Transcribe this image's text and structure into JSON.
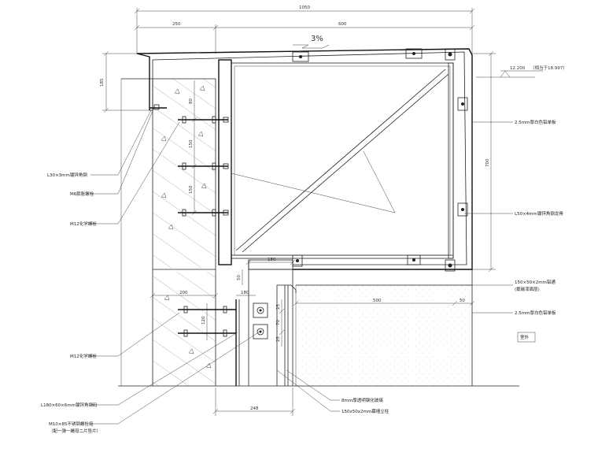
{
  "dimensions": {
    "total_width": "1050",
    "left_width": "250",
    "right_width": "600",
    "slope": "3%",
    "cap_height": "185",
    "spacing_top": "80",
    "spacing_mid": "150",
    "spacing_low": "150",
    "frame_height": "700",
    "beam_offset": "150",
    "gap_50": "50",
    "base_width": "200",
    "bracket_180": "180",
    "glass_width": "500",
    "glass_offset": "50",
    "small_70": "70",
    "small_25a": "25",
    "small_25b": "25",
    "anchor_spacing": "120",
    "bottom_width": "248"
  },
  "elevation": {
    "value": "12.200",
    "note": "（相当于18.997）"
  },
  "labels_left": [
    "L30×3mm镀锌角钢",
    "M6膨胀螺栓",
    "M12化学螺栓",
    "M12化学螺栓",
    "L180×60×6mm镀锌角钢码",
    "M10×85不锈钢螺栓组",
    "（配一弹一螺母二片垫片）"
  ],
  "labels_right": [
    "2.5mm厚白色铝单板",
    "L50×4mm镀锌角钢龙骨",
    "150×50×2mm铝通",
    "(氟碳漆面层)",
    "2.5mm厚白色铝单板"
  ],
  "labels_bottom": [
    "8mm厚透明钢化玻璃",
    "150x50x2mm幕墙立柱"
  ],
  "outdoor": "室外"
}
